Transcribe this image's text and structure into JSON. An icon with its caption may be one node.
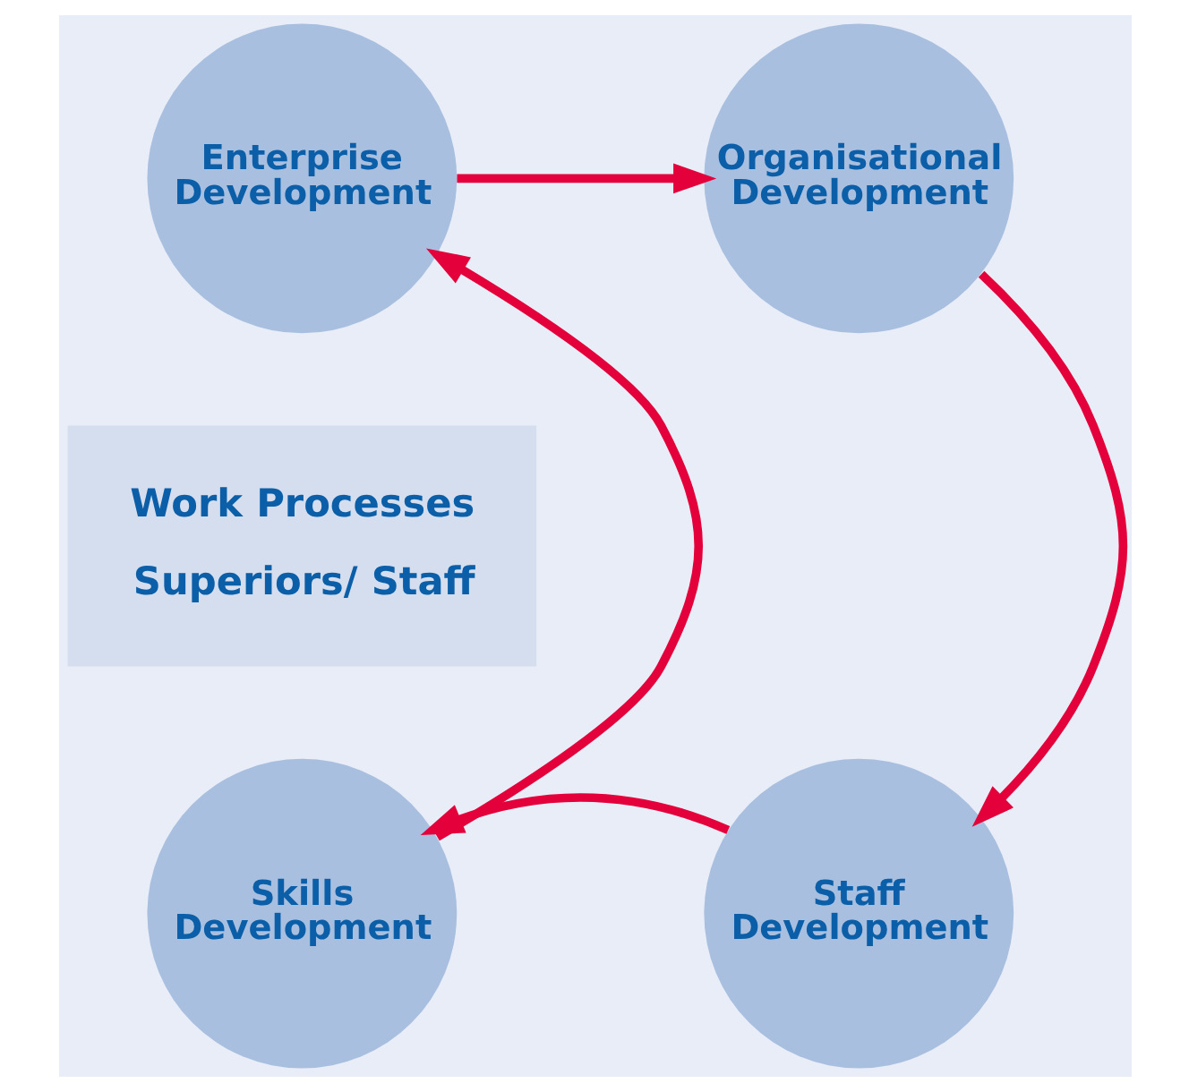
{
  "diagram": {
    "nodes": [
      {
        "text": [
          "Enterprise Development"
        ]
      },
      {
        "text": [
          "Organisational Development"
        ]
      },
      {
        "text": [
          "Staff Development"
        ]
      },
      {
        "text": [
          "Skills Development"
        ]
      },
      {
        "text": [
          "Work Processes",
          "Superiors/ Staff"
        ]
      }
    ],
    "edges": [
      {
        "from": 0,
        "to": 1,
        "arrow": "to"
      },
      {
        "from": 1,
        "to": 2,
        "arrow": "to"
      },
      {
        "from": 2,
        "to": 3,
        "arrow": "to"
      },
      {
        "from": 3,
        "to": 0,
        "arrow": "to"
      }
    ]
  }
}
